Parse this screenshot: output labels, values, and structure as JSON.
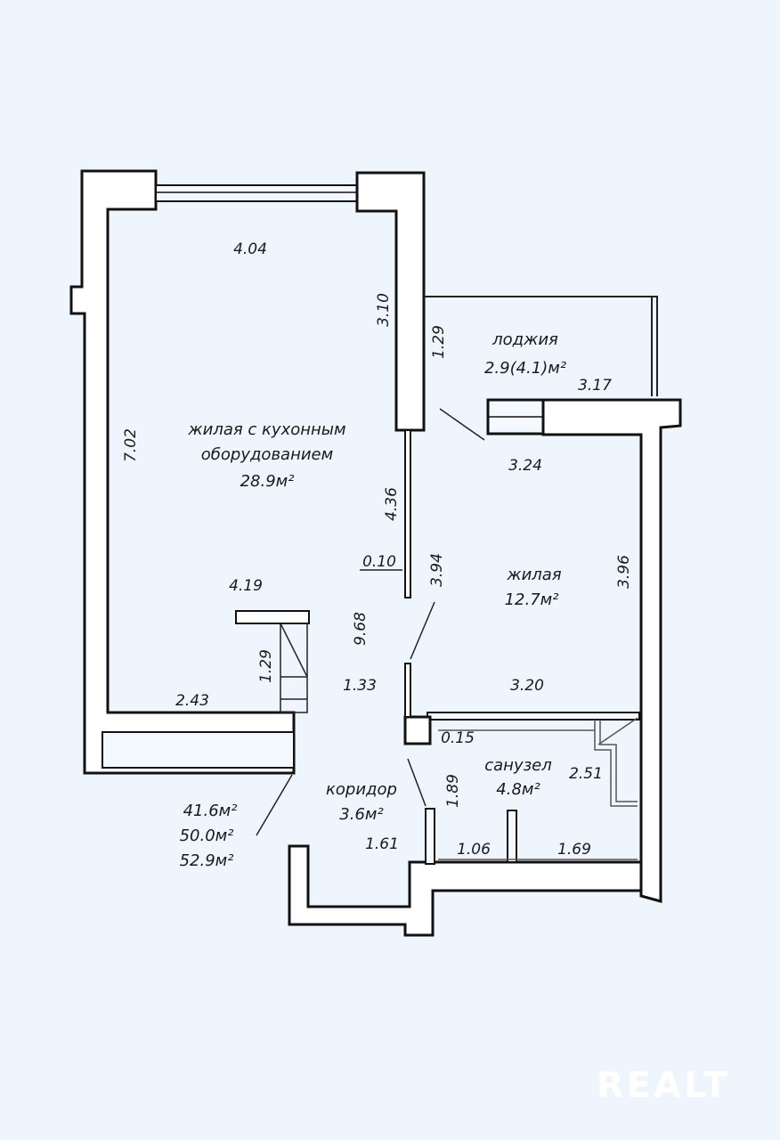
{
  "rooms": {
    "living_kitchen": {
      "line1": "жилая с кухонным",
      "line2": "оборудованием",
      "area": "28.9м²"
    },
    "living": {
      "name": "жилая",
      "area": "12.7м²"
    },
    "loggia": {
      "name": "лоджия",
      "area": "2.9(4.1)м²"
    },
    "bathroom": {
      "name": "санузел",
      "area": "4.8м²"
    },
    "corridor": {
      "name": "коридор",
      "area": "3.6м²"
    }
  },
  "dimensions": {
    "d404": "4.04",
    "d310": "3.10",
    "d129a": "1.29",
    "d317": "3.17",
    "d702": "7.02",
    "d324": "3.24",
    "d436": "4.36",
    "d010": "0.10",
    "d394": "3.94",
    "d396": "3.96",
    "d419": "4.19",
    "d968": "9.68",
    "d129b": "1.29",
    "d133": "1.33",
    "d320": "3.20",
    "d243": "2.43",
    "d015": "0.15",
    "d251": "2.51",
    "d189": "1.89",
    "d161": "1.61",
    "d106": "1.06",
    "d169": "1.69"
  },
  "totals": [
    "41.6м²",
    "50.0м²",
    "52.9м²"
  ],
  "watermark": "REALT"
}
